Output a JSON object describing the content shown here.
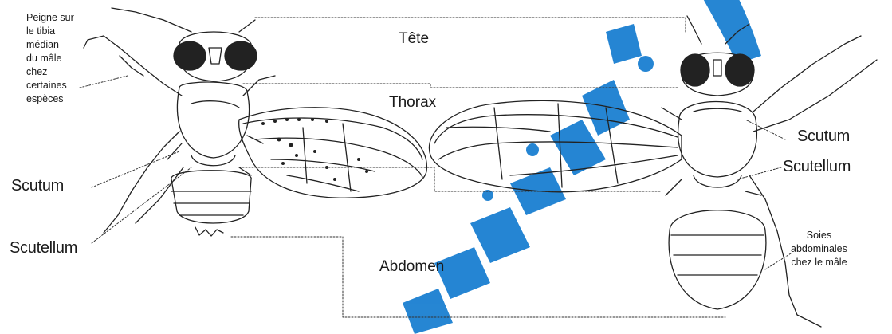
{
  "labels": {
    "peigne": "Peigne sur\nle tibia\nmédian\ndu mâle\nchez\ncertaines\nespèces",
    "scutum_left": "Scutum",
    "scutellum_left": "Scutellum",
    "tete": "Tête",
    "thorax": "Thorax",
    "abdomen": "Abdomen",
    "scutum_right": "Scutum",
    "scutellum_right": "Scutellum",
    "soies": "Soies\nabdominales\nchez le mâle"
  },
  "watermark": {
    "color": "#1a7fd1"
  }
}
